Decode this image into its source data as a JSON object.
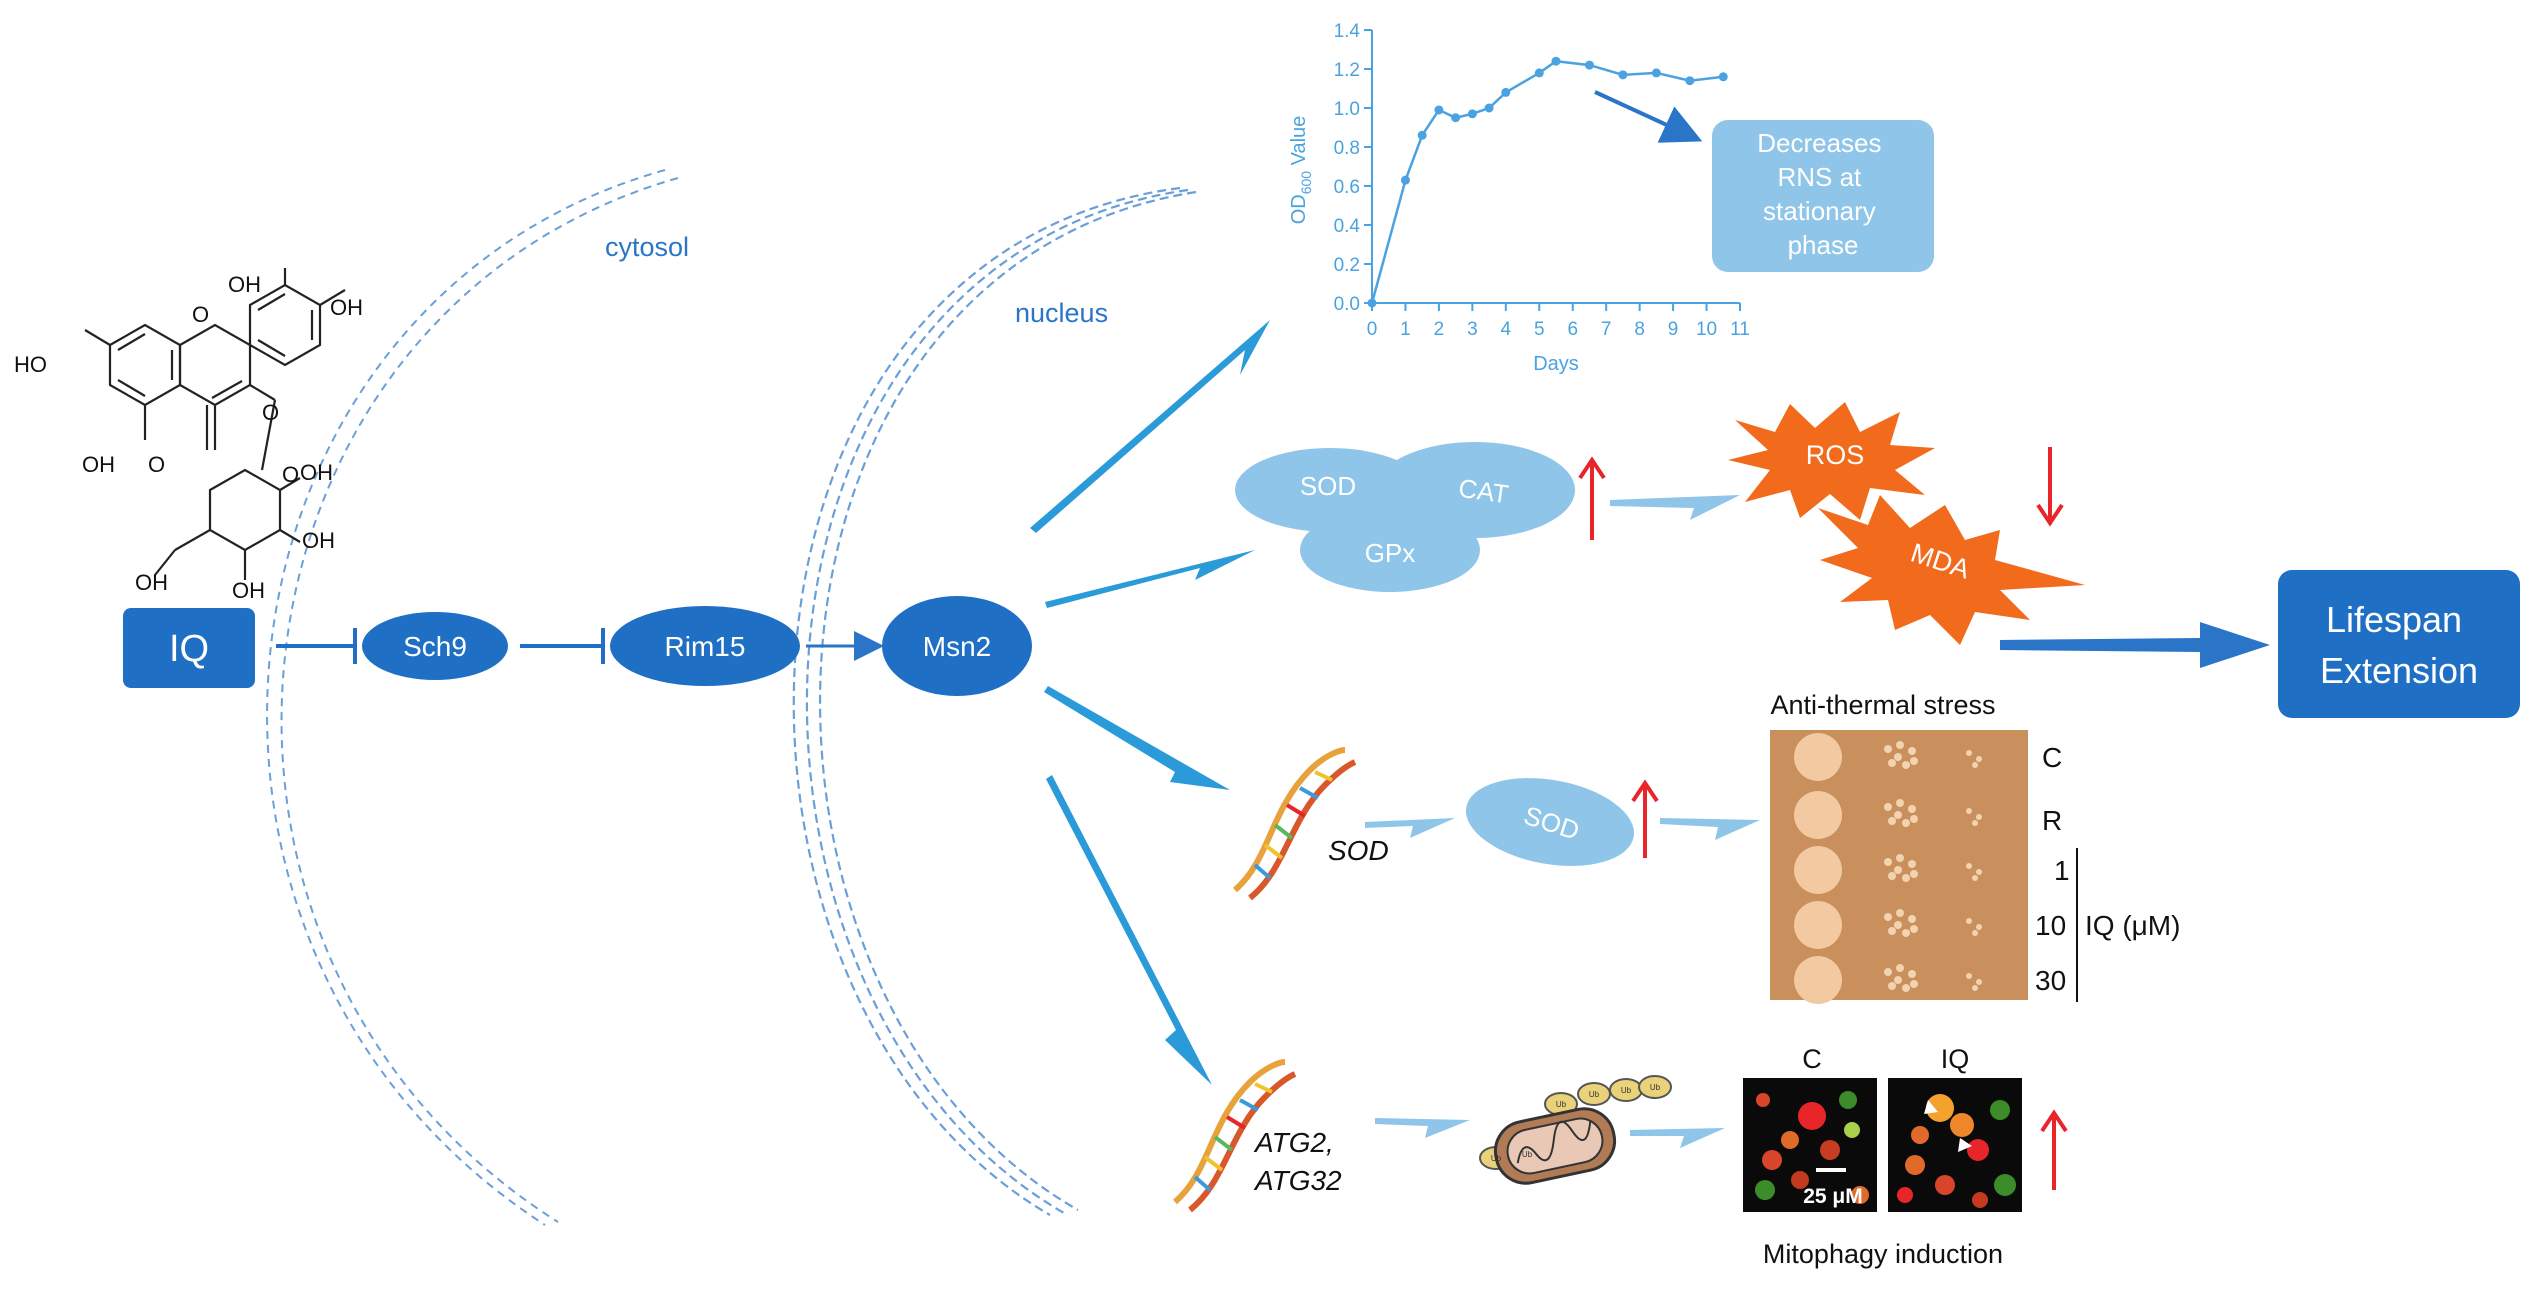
{
  "colors": {
    "dark_blue": "#1f6fc5",
    "light_blue": "#8ec5e8",
    "arrow_blue": "#2a9ad8",
    "chart_blue": "#4aa3e0",
    "membrane_blue": "#6a9fd8",
    "orange": "#f26a1b",
    "red": "#e8262a"
  },
  "compartments": {
    "cytosol": "cytosol",
    "nucleus": "nucleus"
  },
  "molecule": {
    "icon": "isoquercitrin-structure-icon",
    "groups": [
      "OH",
      "OH",
      "HO",
      "O",
      "O",
      "OH",
      "O",
      "O",
      "OH",
      "OH",
      "OH",
      "OH"
    ]
  },
  "pathway": {
    "iq": "IQ",
    "sch9": "Sch9",
    "rim15": "Rim15",
    "msn2": "Msn2"
  },
  "antioxidant": {
    "sod": "SOD",
    "cat": "CAT",
    "gpx": "GPx",
    "ros": "ROS",
    "mda": "MDA"
  },
  "gene_sod": "SOD",
  "enzyme_sod": "SOD",
  "genes_atg": [
    "ATG2,",
    "ATG32"
  ],
  "callout": [
    "Decreases",
    "RNS at",
    "stationary",
    "phase"
  ],
  "outcome": [
    "Lifespan",
    "Extension"
  ],
  "spot_assay": {
    "title": "Anti-thermal stress",
    "rows": [
      "C",
      "R",
      "1",
      "10",
      "30"
    ],
    "bracket_label": "IQ (μM)"
  },
  "mitophagy": {
    "panels": [
      "C",
      "IQ"
    ],
    "scale": "25 μM",
    "caption": "Mitophagy induction",
    "ub_label": "Ub"
  },
  "chart_data": {
    "type": "line",
    "xlabel": "Days",
    "ylabel_main": "OD",
    "ylabel_sub": "600",
    "ylabel_tail": " Value",
    "xlim": [
      0,
      11
    ],
    "ylim": [
      0,
      1.4
    ],
    "xticks": [
      0,
      1,
      2,
      3,
      4,
      5,
      6,
      7,
      8,
      9,
      10,
      11
    ],
    "yticks": [
      "0.0",
      "0.2",
      "0.4",
      "0.6",
      "0.8",
      "1.0",
      "1.2",
      "1.4"
    ],
    "x": [
      0,
      1,
      1.5,
      2,
      2.5,
      3,
      3.5,
      4,
      5,
      5.5,
      6.5,
      7.5,
      8.5,
      9.5,
      10.5
    ],
    "y": [
      0.0,
      0.63,
      0.86,
      0.99,
      0.95,
      0.97,
      1.0,
      1.08,
      1.18,
      1.24,
      1.22,
      1.17,
      1.18,
      1.14,
      1.16
    ]
  }
}
